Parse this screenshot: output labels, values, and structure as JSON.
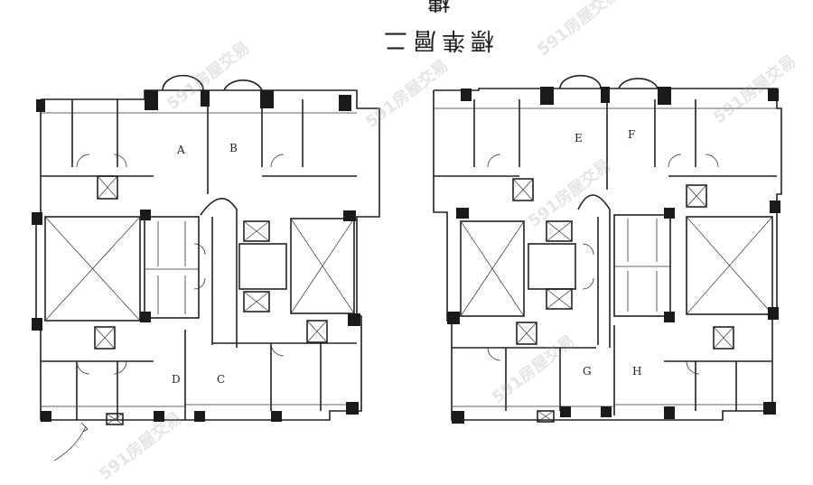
{
  "title": {
    "handwritten": "標準層二樓"
  },
  "watermark": {
    "text": "591房屋交易"
  },
  "units": {
    "a": "A",
    "b": "B",
    "c": "C",
    "d": "D",
    "e": "E",
    "f": "F",
    "g": "G",
    "h": "H"
  }
}
